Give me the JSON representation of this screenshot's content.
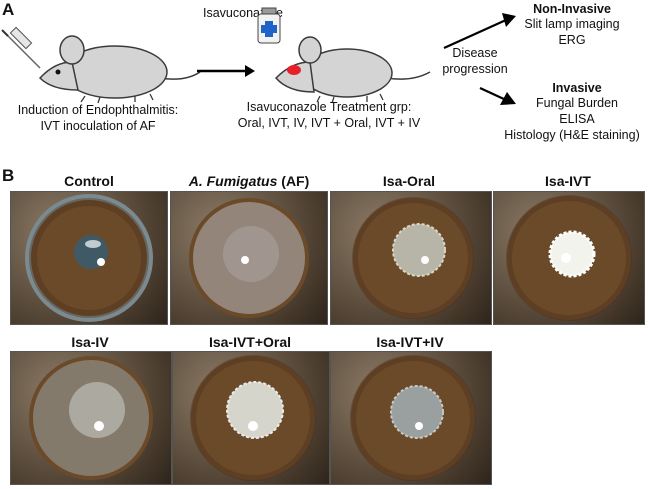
{
  "panelA": {
    "letter": "A",
    "drug": "Isavuconazole",
    "induction_line1": "Induction of Endophthalmitis:",
    "induction_line2": "IVT inoculation of AF",
    "treatment_line1": "Isavuconazole Treatment grp:",
    "treatment_line2": "Oral, IVT, IV, IVT + Oral, IVT + IV",
    "disease_line1": "Disease",
    "disease_line2": "progression",
    "noninvasive_title": "Non-Invasive",
    "noninvasive_items": [
      "Slit lamp imaging",
      "ERG"
    ],
    "invasive_title": "Invasive",
    "invasive_items": [
      "Fungal Burden",
      "ELISA",
      "Histology (H&E staining)"
    ]
  },
  "panelB": {
    "letter": "B",
    "labels": {
      "control": "Control",
      "af_italic": "A. Fumigatus",
      "af_suffix": " (AF)",
      "isa_oral": "Isa-Oral",
      "isa_ivt": "Isa-IVT",
      "isa_iv": "Isa-IV",
      "isa_ivt_oral": "Isa-IVT+Oral",
      "isa_ivt_iv": "Isa-IVT+IV"
    }
  },
  "colors": {
    "iris": "#6b4a2a",
    "mouse_body": "#d4d4d4",
    "mouse_outline": "#3a3a3a",
    "infected_eye": "#e8202a",
    "vial_cross": "#1f63c9"
  }
}
